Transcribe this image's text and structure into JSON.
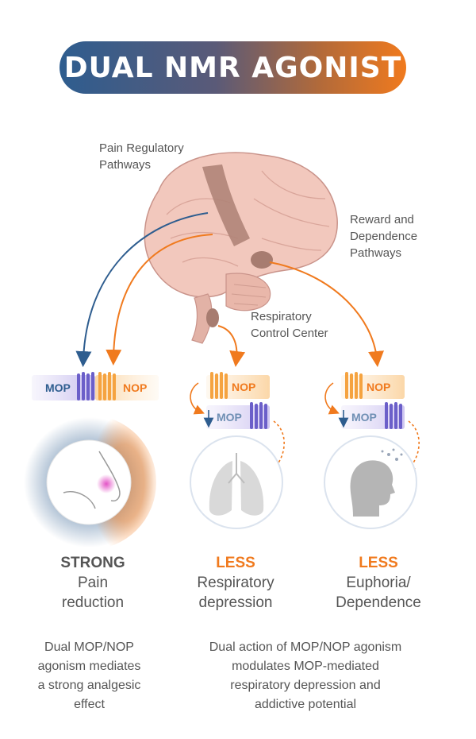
{
  "title": "DUAL NMR AGONIST",
  "brain_labels": {
    "pain": [
      "Pain Regulatory",
      "Pathways"
    ],
    "reward": [
      "Reward and",
      "Dependence",
      "Pathways"
    ],
    "respiratory": [
      "Respiratory",
      "Control Center"
    ]
  },
  "receptors": {
    "mop": "MOP",
    "nop": "NOP"
  },
  "outcomes": [
    {
      "head": "STRONG",
      "lines": [
        "Pain",
        "reduction"
      ],
      "color": "#555555"
    },
    {
      "head": "LESS",
      "lines": [
        "Respiratory",
        "depression"
      ],
      "color": "#f07a1e"
    },
    {
      "head": "LESS",
      "lines": [
        "Euphoria/",
        "Dependence"
      ],
      "color": "#f07a1e"
    }
  ],
  "descriptions": {
    "left": [
      "Dual MOP/NOP",
      "agonism mediates",
      "a strong analgesic",
      "effect"
    ],
    "right": [
      "Dual action of MOP/NOP agonism",
      "modulates MOP-mediated",
      "respiratory depression and",
      "addictive potential"
    ]
  },
  "colors": {
    "blue": "#2e5d8f",
    "orange": "#f07a1e",
    "text": "#555555",
    "mop_fill": "#6b5fc9",
    "nop_fill": "#f5a340"
  }
}
